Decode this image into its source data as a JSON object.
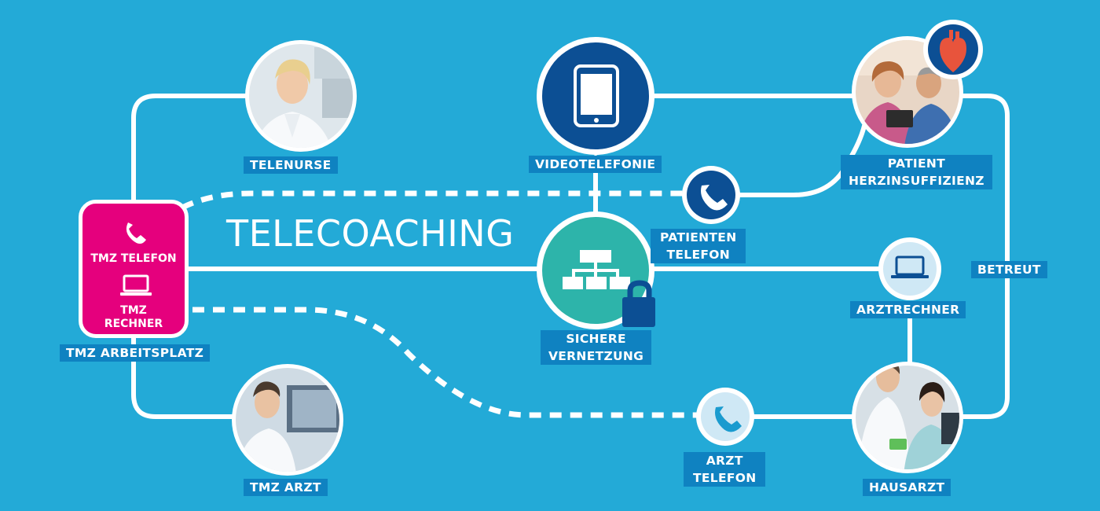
{
  "title": "TELECOACHING",
  "workstation": {
    "phone_label": "TMZ TELEFON",
    "computer_label": [
      "TMZ",
      "RECHNER"
    ],
    "caption": "TMZ ARBEITSPLATZ"
  },
  "nodes": {
    "telenurse": "TELENURSE",
    "tmz_arzt": "TMZ ARZT",
    "videotelefonie": "VIDEOTELEFONIE",
    "sichere_vernetzung": [
      "SICHERE",
      "VERNETZUNG"
    ],
    "patienten_telefon": [
      "PATIENTEN",
      "TELEFON"
    ],
    "patient": [
      "PATIENT",
      "HERZINSUFFIZIENZ"
    ],
    "arztrechner": "ARZTRECHNER",
    "betreut": "BETREUT",
    "hausarzt": "HAUSARZT",
    "arzt_telefon": [
      "ARZT",
      "TELEFON"
    ]
  },
  "icons": {
    "photo_telenurse": "nurse-photo",
    "photo_tmz_arzt": "doctor-xray-photo",
    "videotelefonie": "tablet-icon",
    "network": "network-hierarchy-icon",
    "lock": "lock-icon",
    "patient_phone": "phone-icon",
    "patient_photo": "couple-with-tablet-photo",
    "heart": "heart-icon",
    "arztrechner": "laptop-icon",
    "hausarzt_photo": "doctor-and-nurse-photo",
    "arzt_phone": "phone-icon"
  },
  "colors": {
    "background": "#23aad7",
    "label": "#0f82c1",
    "dark_circle": "#0c4f94",
    "network_circle": "#2db4aa",
    "workstation": "#e5007d",
    "heart": "#e8543c"
  }
}
